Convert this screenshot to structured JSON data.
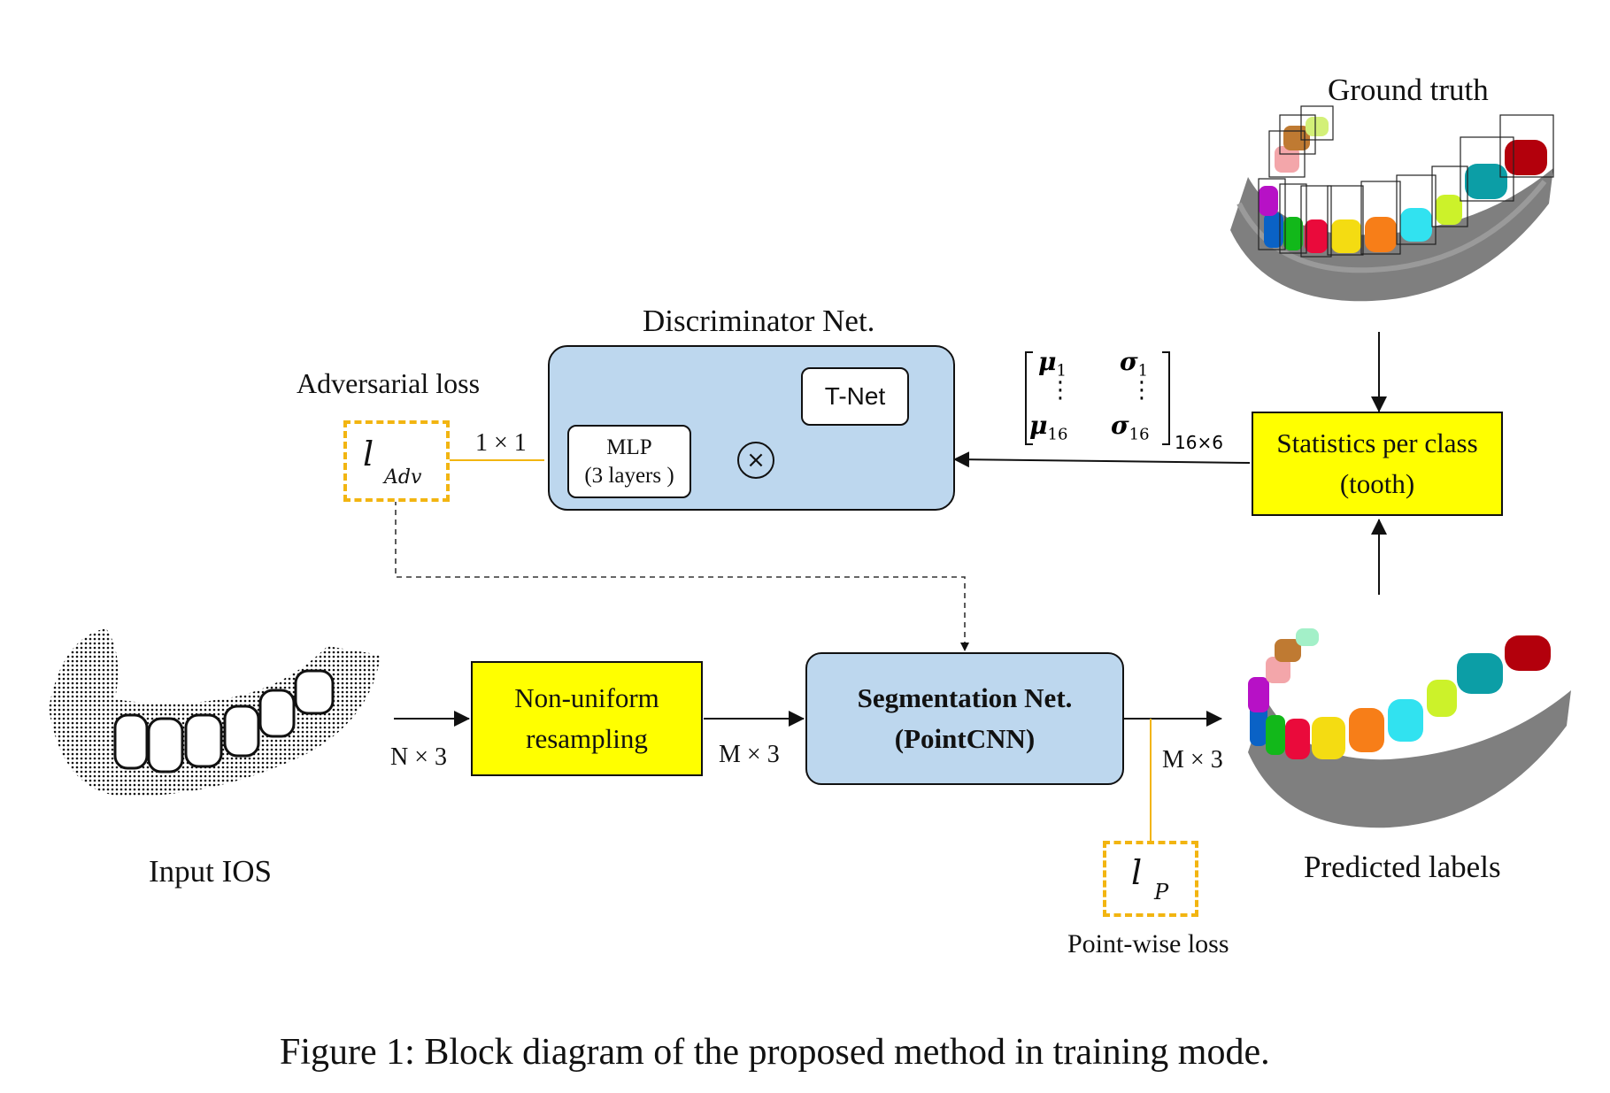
{
  "labels": {
    "ground_truth": "Ground truth",
    "discriminator": "Discriminator Net.",
    "adversarial_loss": "Adversarial loss",
    "input_ios": "Input IOS",
    "predicted_labels": "Predicted labels",
    "pointwise_loss": "Point-wise loss"
  },
  "blocks": {
    "tnet": "T-Net",
    "mlp_line1": "MLP",
    "mlp_line2": "(3 layers )",
    "multiply": "×",
    "stats_line1": "Statistics per class",
    "stats_line2": "(tooth)",
    "resample_line1": "Non-uniform",
    "resample_line2": "resampling",
    "seg_line1": "Segmentation Net.",
    "seg_line2": "(PointCNN)"
  },
  "losses": {
    "adv_symbol": "l",
    "adv_sub": "Adv",
    "p_symbol": "l",
    "p_sub": "P"
  },
  "dims": {
    "one_by_one": "1 × 1",
    "n3": "N × 3",
    "m3_a": "M × 3",
    "m3_b": "M × 3",
    "matrix_size": "16×6"
  },
  "matrix": {
    "mu1": "μ",
    "mu1_sub": "1",
    "sigma1": "σ",
    "sigma1_sub": "1",
    "mu16": "μ",
    "mu16_sub": "16",
    "sigma16": "σ",
    "sigma16_sub": "16",
    "vdots": "⋮"
  },
  "caption": "Figure 1: Block diagram of the proposed method in training mode.",
  "colors": {
    "blue_block": "#bdd7ee",
    "yellow_block": "#ffff00",
    "loss_border": "#f2b511"
  }
}
